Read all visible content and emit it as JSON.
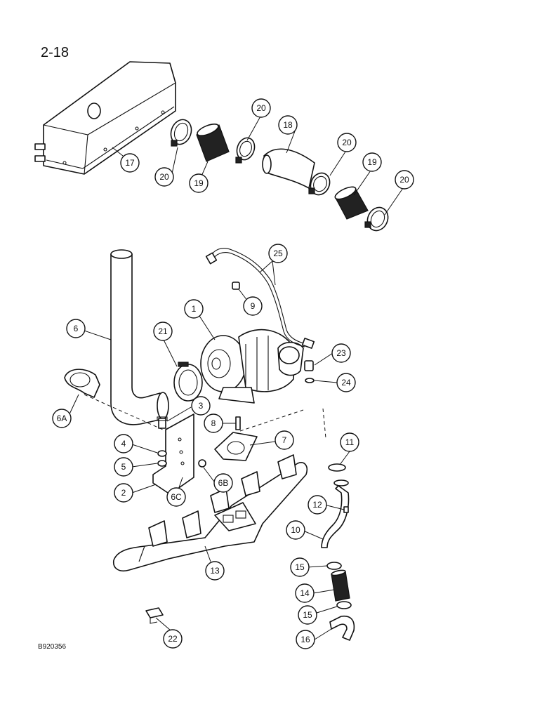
{
  "page_number": "2-18",
  "figure_code": "B920356",
  "callouts": [
    {
      "id": "c20a",
      "label": "20"
    },
    {
      "id": "c18",
      "label": "18"
    },
    {
      "id": "c20b",
      "label": "20"
    },
    {
      "id": "c19b",
      "label": "19"
    },
    {
      "id": "c20c",
      "label": "20"
    },
    {
      "id": "c17",
      "label": "17"
    },
    {
      "id": "c20d",
      "label": "20"
    },
    {
      "id": "c19a",
      "label": "19"
    },
    {
      "id": "c25",
      "label": "25"
    },
    {
      "id": "c9",
      "label": "9"
    },
    {
      "id": "c1",
      "label": "1"
    },
    {
      "id": "c6",
      "label": "6"
    },
    {
      "id": "c21",
      "label": "21"
    },
    {
      "id": "c23",
      "label": "23"
    },
    {
      "id": "c24",
      "label": "24"
    },
    {
      "id": "c6a",
      "label": "6A"
    },
    {
      "id": "c3",
      "label": "3"
    },
    {
      "id": "c8",
      "label": "8"
    },
    {
      "id": "c7",
      "label": "7"
    },
    {
      "id": "c4",
      "label": "4"
    },
    {
      "id": "c11",
      "label": "11"
    },
    {
      "id": "c5",
      "label": "5"
    },
    {
      "id": "c6b",
      "label": "6B"
    },
    {
      "id": "c2",
      "label": "2"
    },
    {
      "id": "c6c",
      "label": "6C"
    },
    {
      "id": "c12",
      "label": "12"
    },
    {
      "id": "c10",
      "label": "10"
    },
    {
      "id": "c13",
      "label": "13"
    },
    {
      "id": "c15a",
      "label": "15"
    },
    {
      "id": "c14",
      "label": "14"
    },
    {
      "id": "c15b",
      "label": "15"
    },
    {
      "id": "c16",
      "label": "16"
    },
    {
      "id": "c22",
      "label": "22"
    }
  ]
}
